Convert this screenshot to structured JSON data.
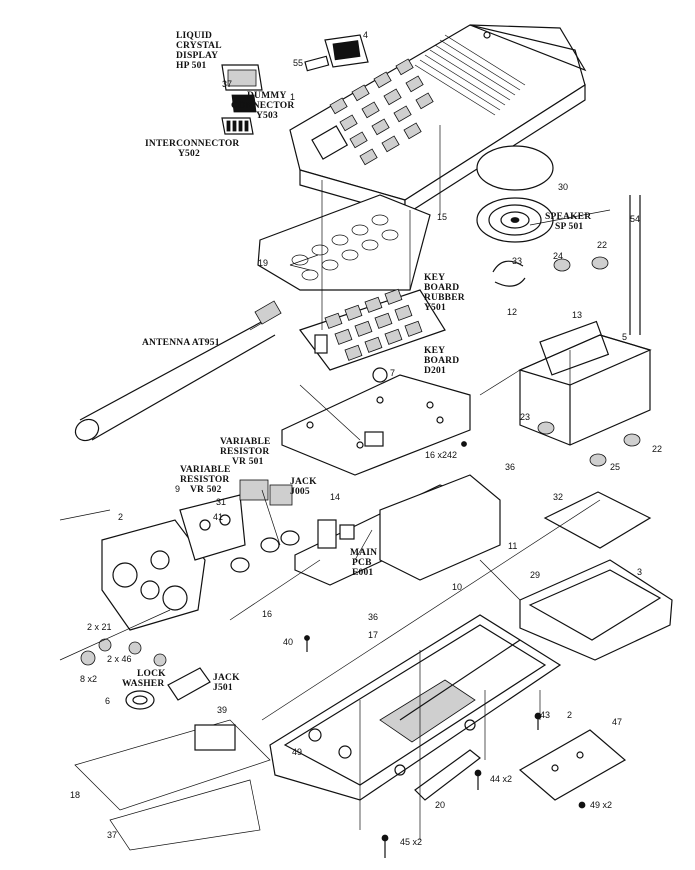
{
  "labels": {
    "lcd": [
      "LIQUID",
      "CRYSTAL",
      "DISPLAY",
      "HP 501"
    ],
    "dummy": [
      "DUMMY",
      "CONNECTOR",
      "Y503"
    ],
    "interconnector": [
      "INTERCONNECTOR",
      "Y502"
    ],
    "speaker": [
      "SPEAKER",
      "SP 501"
    ],
    "keyboard_rubber": [
      "KEY",
      "BOARD",
      "RUBBER",
      "Y501"
    ],
    "antenna": "ANTENNA AT951",
    "keyboard": [
      "KEY",
      "BOARD",
      "D201"
    ],
    "var_res_1": [
      "VARIABLE",
      "RESISTOR",
      "VR 501"
    ],
    "var_res_2": [
      "VARIABLE",
      "RESISTOR",
      "VR 502"
    ],
    "jack_j005": [
      "JACK",
      "J005"
    ],
    "main_pcb": [
      "MAIN",
      "PCB",
      "E001"
    ],
    "lock_washer": [
      "LOCK",
      "WASHER"
    ],
    "jack_j501": [
      "JACK",
      "J501"
    ]
  },
  "numbers": {
    "n1": "1",
    "n2": "2",
    "n3": "3",
    "n4": "4",
    "n5": "5",
    "n6": "6",
    "n7": "7",
    "n8": "8 x2",
    "n9": "9",
    "n10": "10",
    "n11": "11",
    "n12": "12",
    "n13": "13",
    "n14": "14",
    "n15": "15",
    "n16": "16",
    "n16x2": "16 x2",
    "n17": "17",
    "n18": "18",
    "n19": "19",
    "n20": "20",
    "n21": "2 x 21",
    "n22a": "22",
    "n22b": "22",
    "n23": "23",
    "n24": "24",
    "n25": "25",
    "n29": "29",
    "n30": "30",
    "n31": "31",
    "n32": "32",
    "n33": "33",
    "n36a": "36",
    "n36b": "36",
    "n37a": "37",
    "n37b": "37",
    "n39": "39",
    "n40": "40",
    "n41": "41",
    "n42": "42",
    "n43": "43",
    "n44": "44 x2",
    "n45": "45 x2",
    "n46": "2 x 46",
    "n47": "47",
    "n49a": "49",
    "n49b": "49 x2",
    "n54": "54",
    "n55": "55",
    "n2b": "2"
  }
}
